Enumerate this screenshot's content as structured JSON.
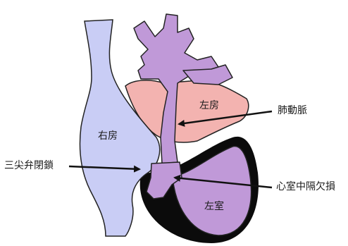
{
  "diagram": {
    "labels": {
      "right_atrium": "右房",
      "left_atrium": "左房",
      "left_ventricle": "左室",
      "pulmonary_artery": "肺動脈",
      "tricuspid_atresia": "三尖弁閉鎖",
      "ventricular_septal_defect": "心室中隔欠損"
    }
  }
}
